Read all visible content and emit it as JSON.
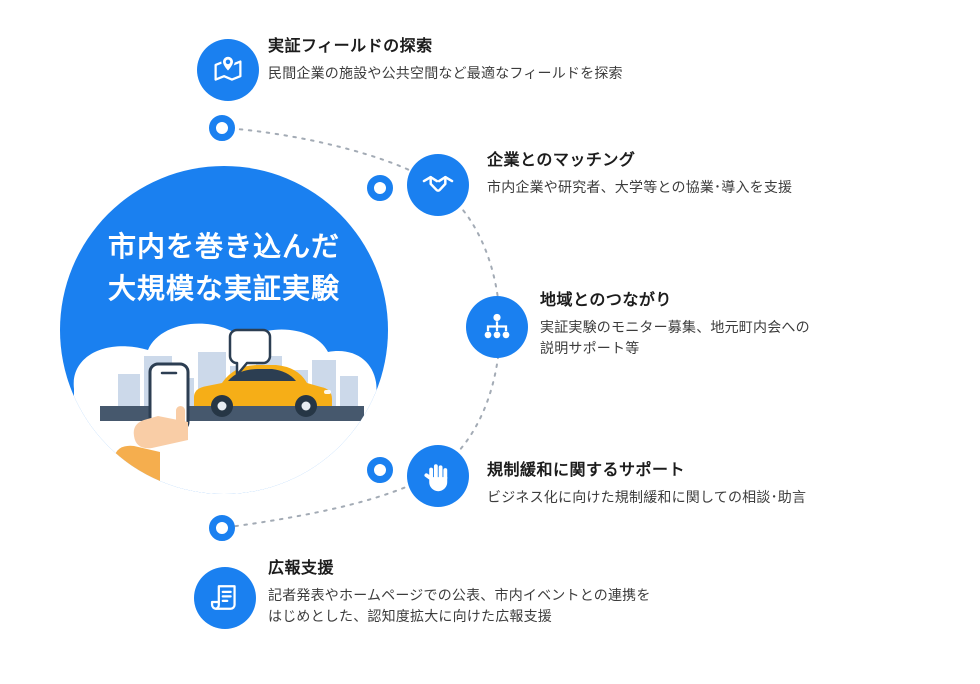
{
  "center": {
    "title": "市内を巻き込んだ\n大規模な実証実験",
    "illustration": "hand-with-smartphone-photographing-sports-car-in-city"
  },
  "items": [
    {
      "title": "実証フィールドの探索",
      "description": "民間企業の施設や公共空間など最適なフィールドを探索",
      "icon": "map-pin-icon"
    },
    {
      "title": "企業とのマッチング",
      "description": "市内企業や研究者、大学等との協業･導入を支援",
      "icon": "handshake-icon"
    },
    {
      "title": "地域とのつながり",
      "description": "実証実験のモニター募集、地元町内会への\n説明サポート等",
      "icon": "org-chart-icon"
    },
    {
      "title": "規制緩和に関するサポート",
      "description": "ビジネス化に向けた規制緩和に関しての相談･助言",
      "icon": "hand-icon"
    },
    {
      "title": "広報支援",
      "description": "記者発表やホームページでの公表、市内イベントとの連携を\nはじめとした、認知度拡大に向けた広報支援",
      "icon": "press-release-icon"
    }
  ],
  "colors": {
    "primary_blue": "#1a80f0",
    "dashed_line": "#a3abb5",
    "title_text": "#1c1c1c",
    "body_text": "#3c3c3c",
    "car_yellow": "#f6ae17",
    "skyline": "#ccd9ea",
    "road": "#46586d"
  }
}
